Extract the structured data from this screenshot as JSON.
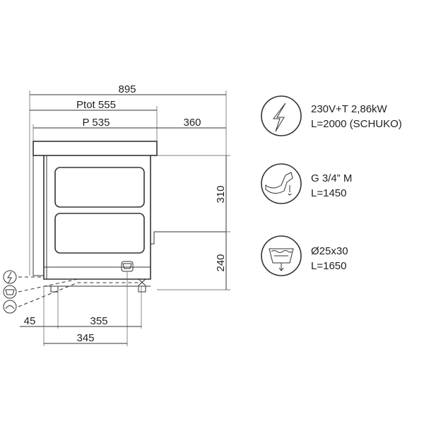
{
  "dimensions": {
    "overall_width": "895",
    "ptot": "Ptot 555",
    "p": "P 535",
    "right_offset": "360",
    "height_upper": "310",
    "height_lower": "240",
    "left_offset": "45",
    "bottom_355": "355",
    "bottom_345": "345"
  },
  "connections": [
    {
      "icon": "electric-icon",
      "line1": "230V+T 2,86kW",
      "line2": "L=2000 (SCHUKO)"
    },
    {
      "icon": "water-supply-icon",
      "line1": "G 3/4” M",
      "line2": "L=1450"
    },
    {
      "icon": "drain-icon",
      "line1": "Ø25x30",
      "line2": "L=1650"
    }
  ]
}
